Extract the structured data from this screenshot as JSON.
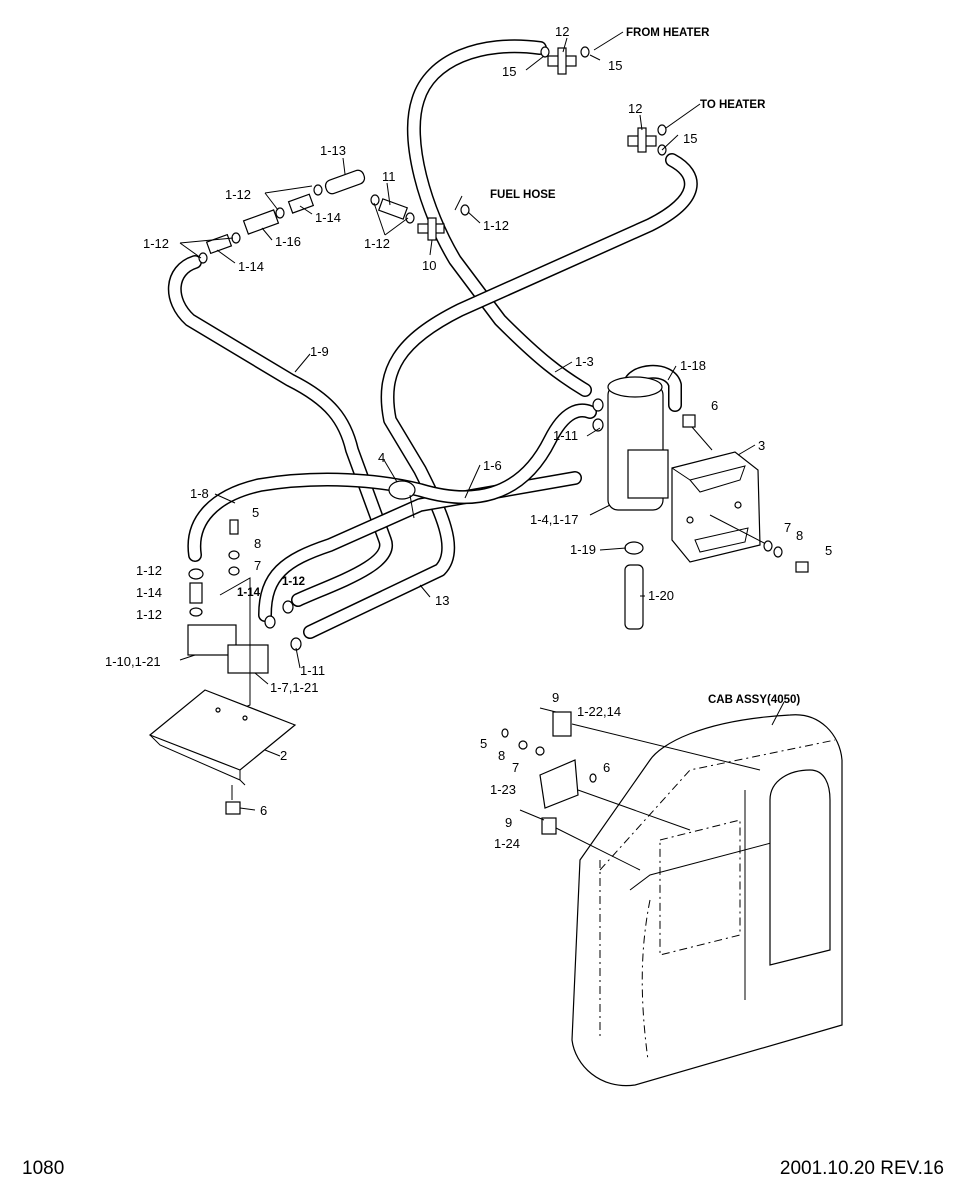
{
  "footer": {
    "page_number": "1080",
    "revision": "2001.10.20  REV.16"
  },
  "callouts": {
    "from_heater": "FROM HEATER",
    "to_heater": "TO HEATER",
    "fuel_hose": "FUEL HOSE",
    "cab_assy": "CAB ASSY(4050)"
  },
  "labels": {
    "l12a": "12",
    "l15a": "15",
    "l15b": "15",
    "l12b": "12",
    "l15c": "15",
    "l1_13": "1-13",
    "l1_12a": "1-12",
    "l1_14a": "1-14",
    "l1_12b": "1-12",
    "l1_16": "1-16",
    "l1_14b": "1-14",
    "l11a": "11",
    "l1_12c": "1-12",
    "l10": "10",
    "l1_12d": "1-12",
    "l1_9": "1-9",
    "l1_3": "1-3",
    "l1_18": "1-18",
    "l6a": "6",
    "l1_11a": "1-11",
    "l3": "3",
    "l4": "4",
    "l1_6": "1-6",
    "l1_8": "1-8",
    "l5a": "5",
    "l8a": "8",
    "l7a": "7",
    "l1_12e": "1-12",
    "l1_14c": "1-14",
    "l1_12f": "1-12",
    "l1_14d": "1-14",
    "l1_12g": "1-12",
    "l1_4_17": "1-4,1-17",
    "l7b": "7",
    "l8b": "8",
    "l5b": "5",
    "l1_19": "1-19",
    "l1_20": "1-20",
    "l13": "13",
    "l1_10_21": "1-10,1-21",
    "l1_11b": "1-11",
    "l1_7_21": "1-7,1-21",
    "l2": "2",
    "l6b": "6",
    "l9a": "9",
    "l1_22_14": "1-22,14",
    "l5c": "5",
    "l8c": "8",
    "l7c": "7",
    "l6c": "6",
    "l1_23": "1-23",
    "l9b": "9",
    "l1_24": "1-24"
  }
}
